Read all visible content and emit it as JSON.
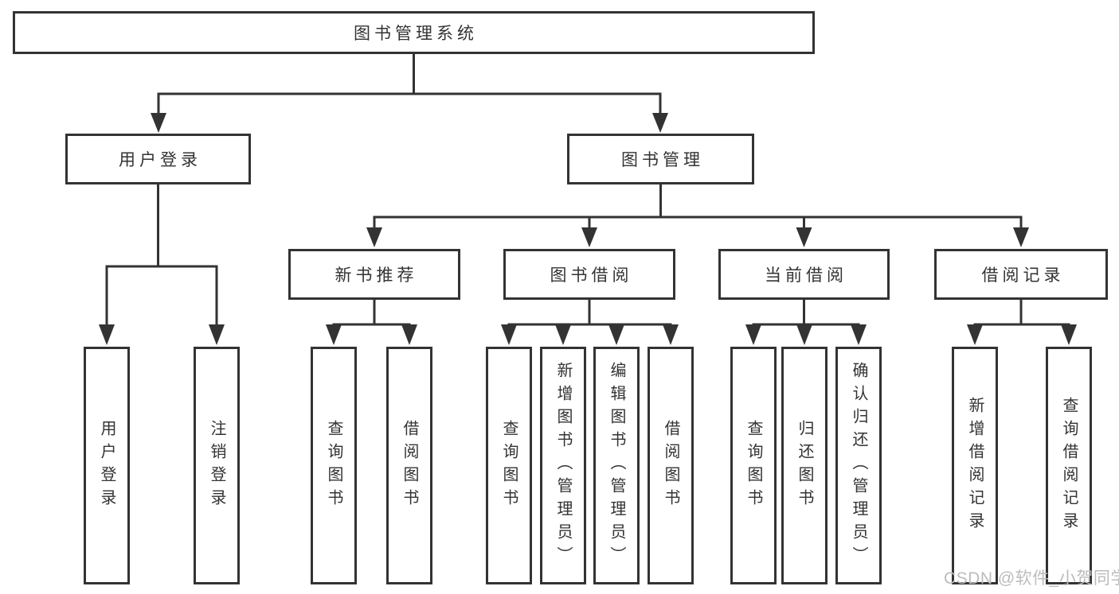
{
  "diagram_title": "图书管理系统",
  "nodes": {
    "root": "图书管理系统",
    "level2": [
      "用户登录",
      "图书管理"
    ],
    "level3": [
      "新书推荐",
      "图书借阅",
      "当前借阅",
      "借阅记录"
    ],
    "leaves": {
      "user_login": [
        "用户登录",
        "注销登录"
      ],
      "new_books": [
        "查询图书",
        "借阅图书"
      ],
      "book_borrow": [
        "查询图书",
        "新增图书（管理员）",
        "编辑图书（管理员）",
        "借阅图书"
      ],
      "current_borrow": [
        "查询图书",
        "归还图书",
        "确认归还（管理员）"
      ],
      "borrow_records": [
        "新增借阅记录",
        "查询借阅记录"
      ]
    }
  },
  "watermark": "CSDN @软件_小贺同学",
  "colors": {
    "line": "#333333",
    "text": "#333333",
    "box_background": "#ffffff",
    "page_background": "#ffffff",
    "watermark": "#bcbcbc"
  }
}
